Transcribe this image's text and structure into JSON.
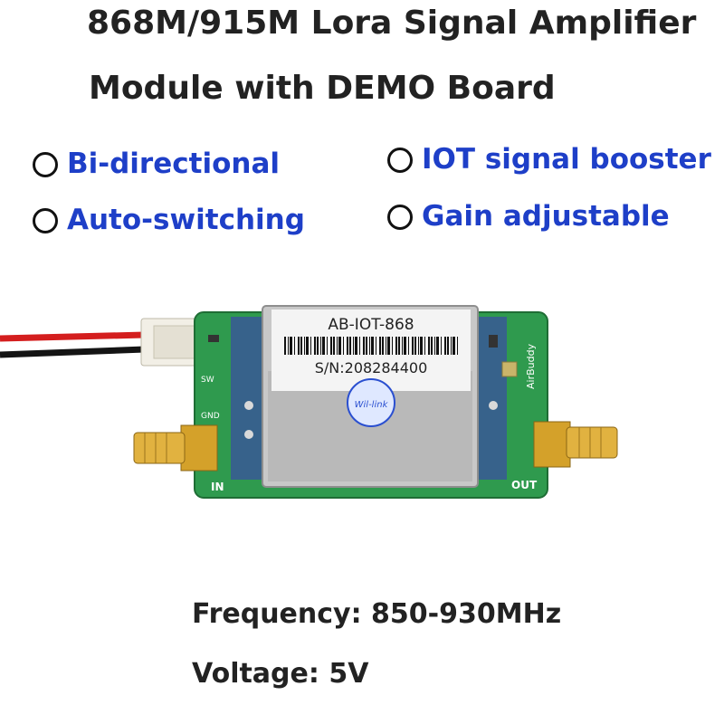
{
  "title": {
    "line1": "868M/915M Lora Signal Amplifier",
    "line2": "Module with DEMO Board"
  },
  "features": [
    {
      "label": "Bi-directional"
    },
    {
      "label": "IOT signal booster"
    },
    {
      "label": "Auto-switching"
    },
    {
      "label": "Gain adjustable"
    }
  ],
  "specs": {
    "frequency": "Frequency: 850-930MHz",
    "voltage": "Voltage: 5V"
  },
  "module": {
    "model": "AB-IOT-868",
    "serial": "S/N:208284400",
    "logo": "Wil-link",
    "brand": "AirBuddy",
    "port_in": "IN",
    "port_out": "OUT",
    "pin_sw": "SW",
    "pin_gnd": "GND"
  },
  "colors": {
    "feature_text": "#1e3fc8",
    "pcb": "#2f9a4e",
    "shield": "#c8c8c8",
    "connector": "#d4a12a"
  }
}
